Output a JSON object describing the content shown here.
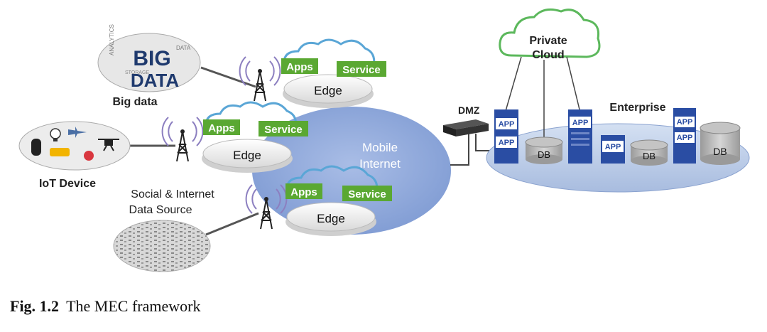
{
  "sources": {
    "big_data_label": "Big data",
    "big_data_logo_top": "BIG",
    "big_data_logo_bottom": "DATA",
    "iot_label": "IoT Device",
    "social_label_line1": "Social & Internet",
    "social_label_line2": "Data Source"
  },
  "edges": [
    {
      "edge_label": "Edge",
      "apps_label": "Apps",
      "service_label": "Service"
    },
    {
      "edge_label": "Edge",
      "apps_label": "Apps",
      "service_label": "Service"
    },
    {
      "edge_label": "Edge",
      "apps_label": "Apps",
      "service_label": "Service"
    }
  ],
  "mobile_internet": {
    "line1": "Mobile",
    "line2": "Internet"
  },
  "dmz_label": "DMZ",
  "private_cloud": {
    "line1": "Private",
    "line2": "Cloud"
  },
  "enterprise": {
    "label": "Enterprise",
    "app_label": "APP",
    "db_label": "DB"
  },
  "caption": {
    "number": "Fig. 1.2",
    "text": "The MEC framework"
  },
  "colors": {
    "mobile_internet": "#8fa8d8",
    "enterprise_platform": "#c3d3ea",
    "edge_cloud_outline": "#5aa6d6",
    "green_tag": "#5aa832",
    "private_cloud_outline": "#5cb85c",
    "server_blue": "#2a4da3"
  }
}
